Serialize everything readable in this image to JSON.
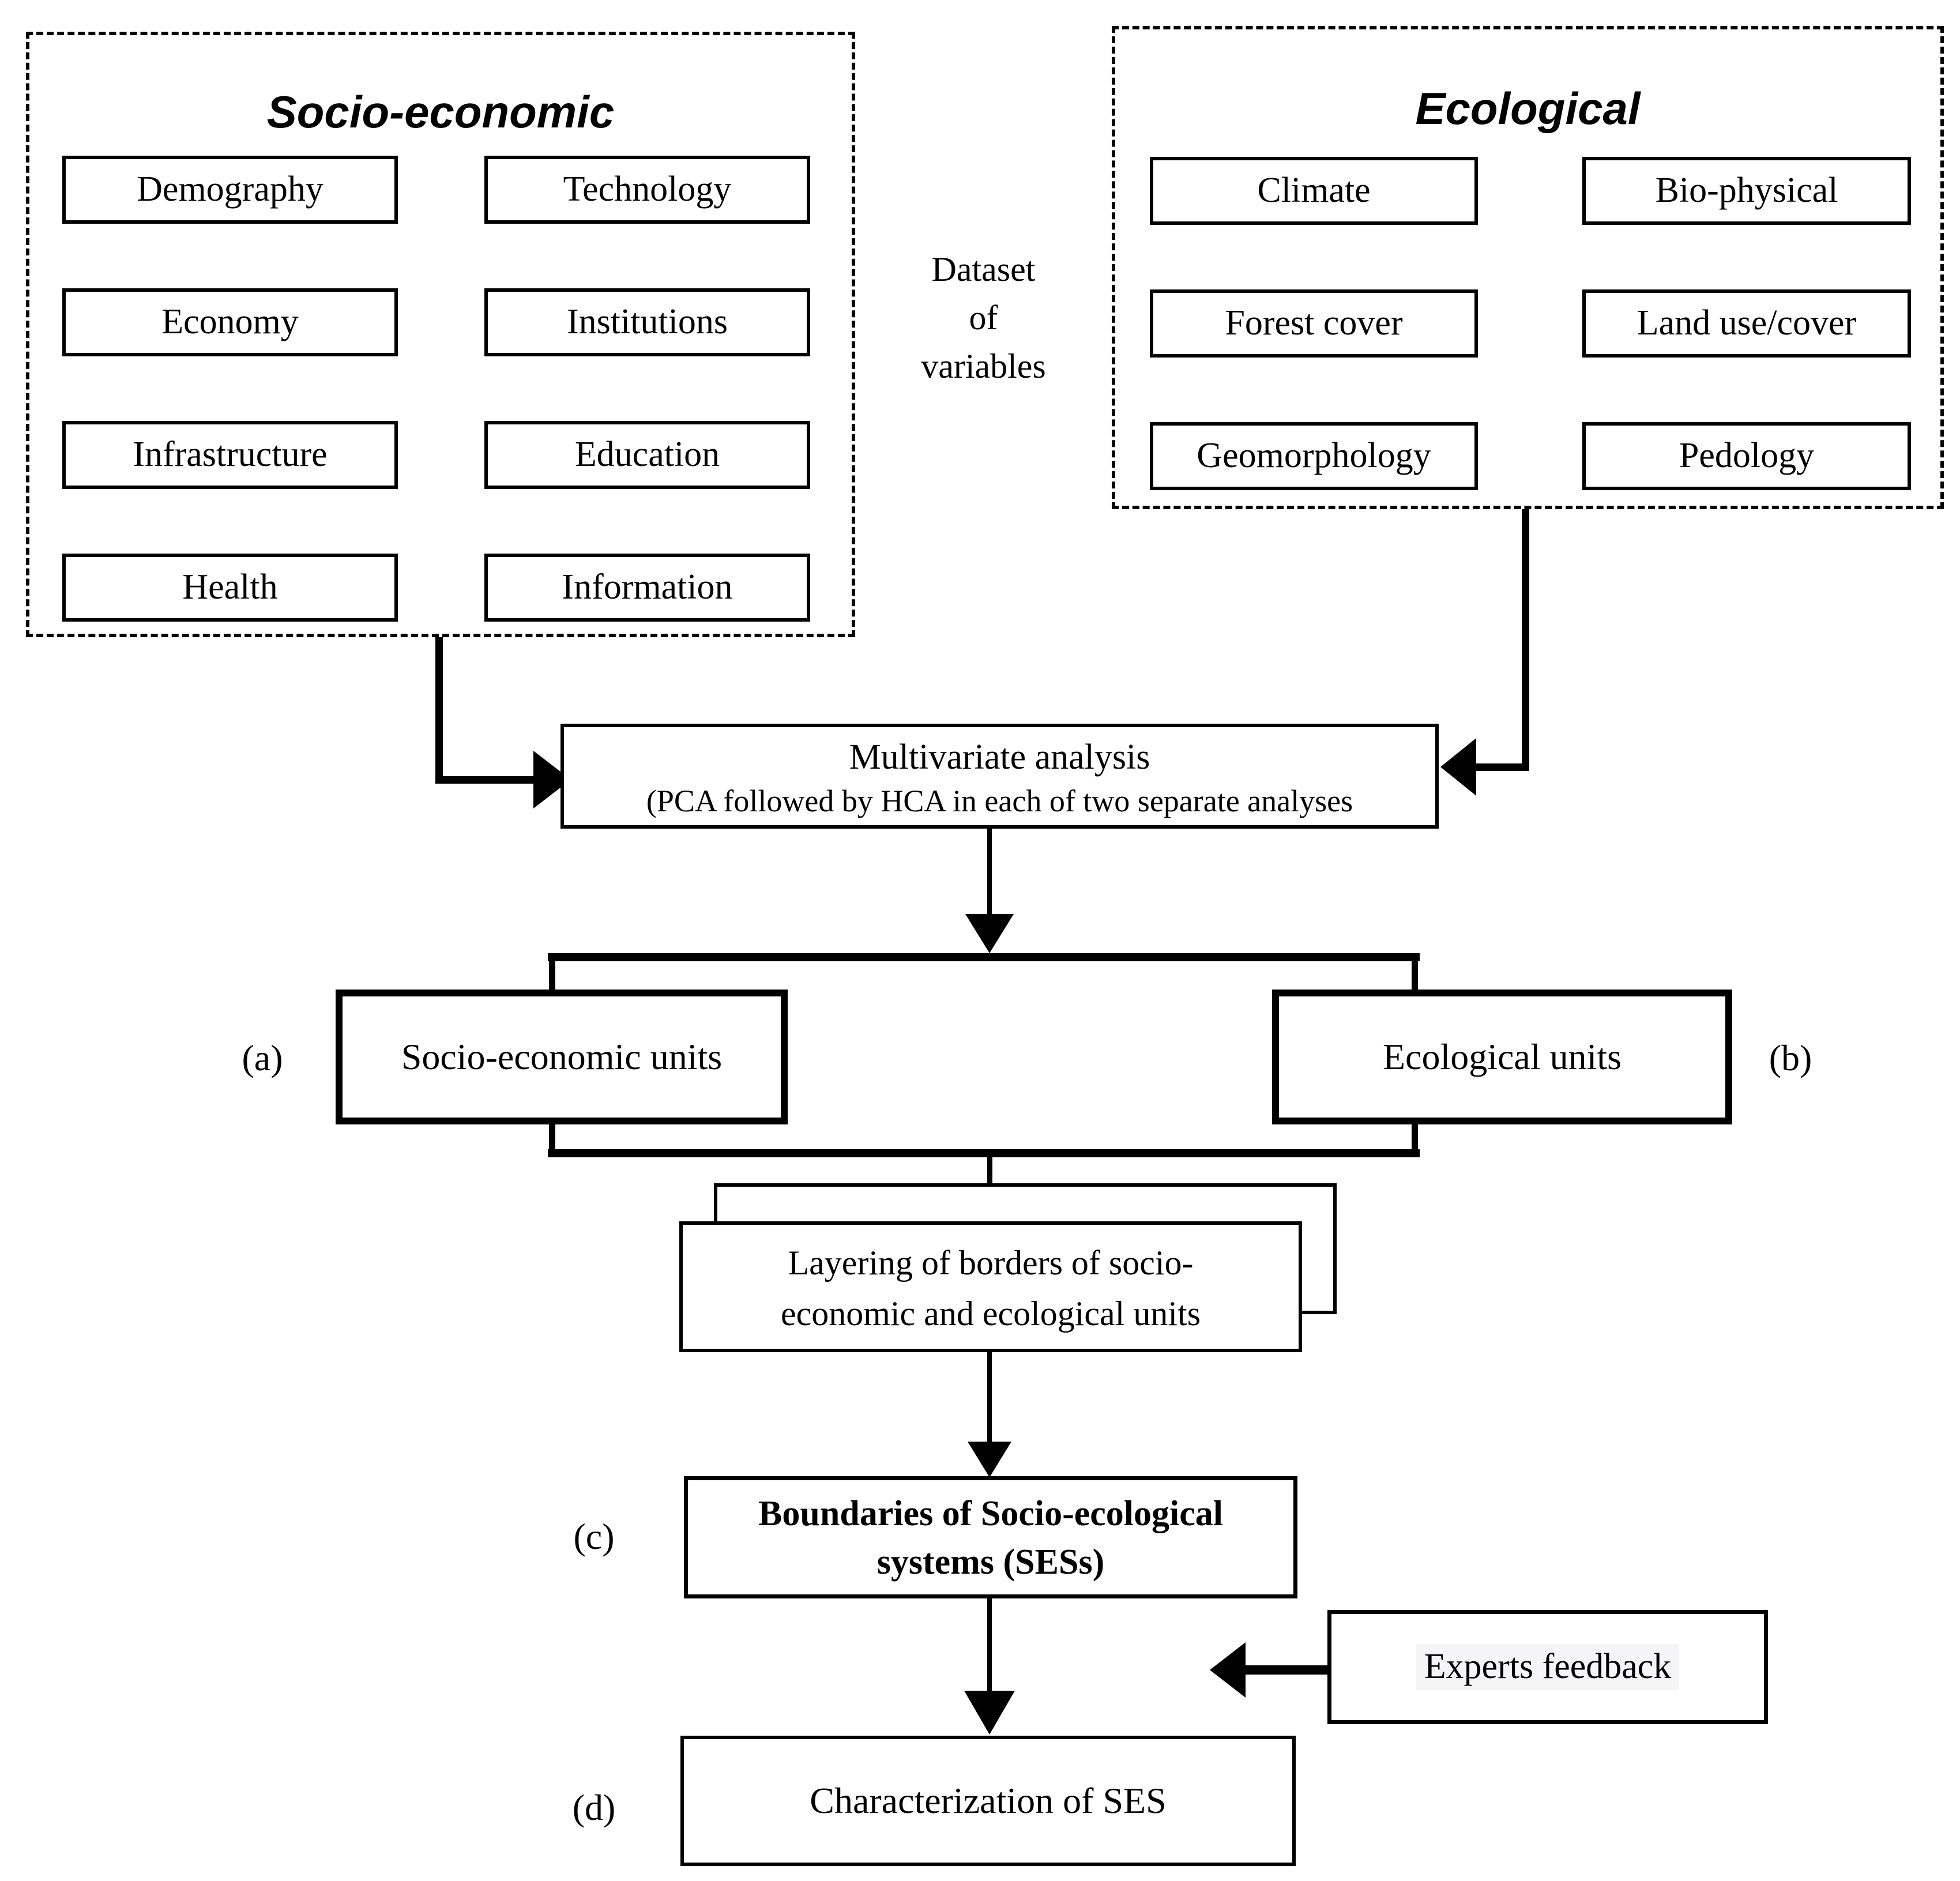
{
  "diagram": {
    "socio_group": {
      "title": "Socio-economic",
      "items": [
        "Demography",
        "Technology",
        "Economy",
        "Institutions",
        "Infrastructure",
        "Education",
        "Health",
        "Information"
      ]
    },
    "eco_group": {
      "title": "Ecological",
      "items": [
        "Climate",
        "Bio-physical",
        "Forest cover",
        "Land use/cover",
        "Geomorphology",
        "Pedology"
      ]
    },
    "dataset_label": {
      "line1": "Dataset",
      "line2": "of",
      "line3": "variables"
    },
    "multivariate": {
      "title": "Multivariate analysis",
      "subtitle": "(PCA followed by HCA in each of two separate analyses"
    },
    "units": {
      "label_a": "(a)",
      "socio": "Socio-economic units",
      "eco": "Ecological units",
      "label_b": "(b)"
    },
    "layering": {
      "line1": "Layering of borders of socio-",
      "line2": "economic and ecological units"
    },
    "boundaries": {
      "label": "(c)",
      "line1": "Boundaries of Socio-ecological",
      "line2": "systems (SESs)"
    },
    "experts": {
      "label": "Experts feedback"
    },
    "characterization": {
      "label_d": "(d)",
      "label": "Characterization of SES"
    }
  }
}
